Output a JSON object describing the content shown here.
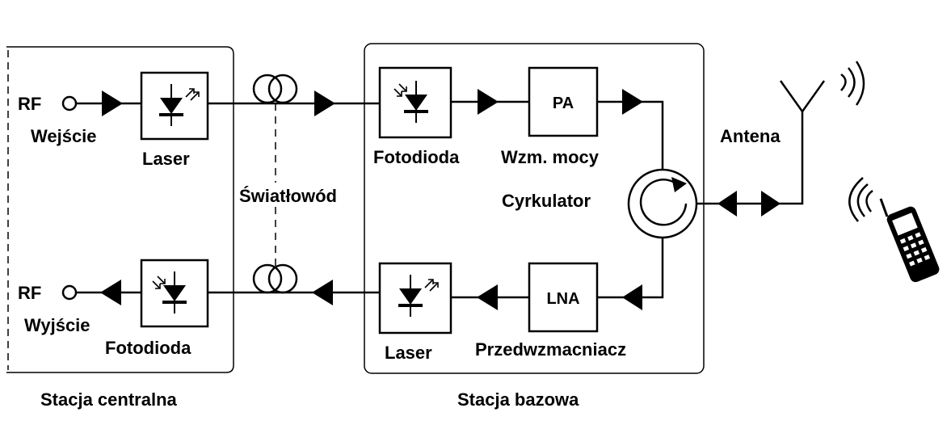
{
  "labels": {
    "rf_in": "RF",
    "rf_in_caption": "Wejście",
    "rf_out": "RF",
    "rf_out_caption": "Wyjście",
    "laser_cs": "Laser",
    "fotodioda_cs": "Fotodioda",
    "swiatlowod": "Światłowód",
    "fotodioda_bs": "Fotodioda",
    "pa_box": "PA",
    "pa_caption": "Wzm. mocy",
    "cyrkulator": "Cyrkulator",
    "lna_box": "LNA",
    "lna_caption": "Przedwzmacniacz",
    "laser_bs": "Laser",
    "antena": "Antena"
  },
  "sections": {
    "central": "Stacja centralna",
    "base": "Stacja bazowa"
  },
  "colors": {
    "line": "#000000",
    "background": "#ffffff"
  }
}
